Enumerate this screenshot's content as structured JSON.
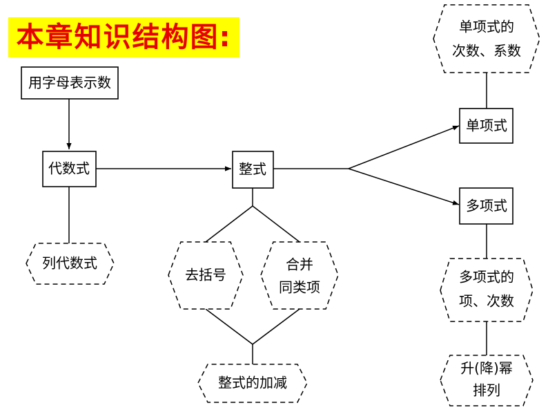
{
  "title": "本章知识结构图:",
  "colors": {
    "title_bg": "#ffff00",
    "title_text": "#e60000",
    "line": "#000000"
  },
  "nodes": {
    "letters": {
      "lines": [
        "用字母表示数"
      ],
      "shape": "rect"
    },
    "algebraic": {
      "lines": [
        "代数式"
      ],
      "shape": "rect"
    },
    "write_expr": {
      "lines": [
        "列代数式"
      ],
      "shape": "hexagon-dashed"
    },
    "polynomial_all": {
      "lines": [
        "整式"
      ],
      "shape": "rect"
    },
    "parentheses": {
      "lines": [
        "去括号"
      ],
      "shape": "hexagon-dashed"
    },
    "combine": {
      "lines": [
        "合并",
        "同类项"
      ],
      "shape": "hexagon-dashed"
    },
    "add_subtract": {
      "lines": [
        "整式的加减"
      ],
      "shape": "hexagon-dashed"
    },
    "monomial": {
      "lines": [
        "单项式"
      ],
      "shape": "rect"
    },
    "mono_degree": {
      "lines": [
        "单项式的",
        "次数、系数"
      ],
      "shape": "hexagon-dashed"
    },
    "poly": {
      "lines": [
        "多项式"
      ],
      "shape": "rect"
    },
    "poly_terms": {
      "lines": [
        "多项式的",
        "项、次数"
      ],
      "shape": "hexagon-dashed"
    },
    "arrange": {
      "lines": [
        "升(降)幂",
        "排列"
      ],
      "shape": "hexagon-dashed"
    }
  }
}
